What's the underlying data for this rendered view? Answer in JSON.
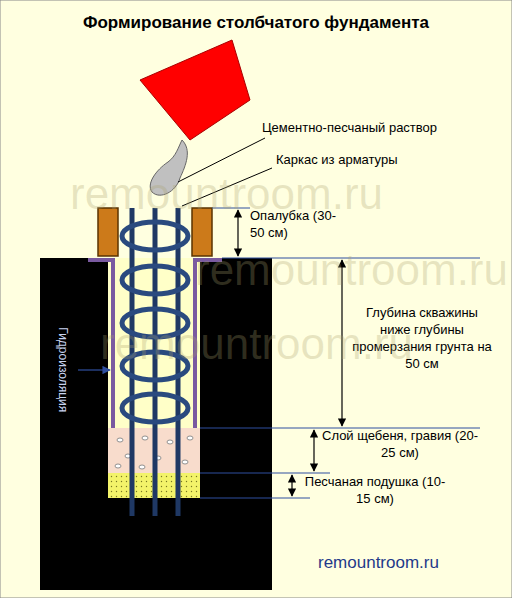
{
  "diagram": {
    "title": "Формирование столбчатого фундамента",
    "labels": [
      "Цементно-песчаный раствор",
      "Каркас из арматуры",
      "Опалубка (30-50 см)",
      "Глубина скважины ниже глубины промерзания грунта на 50 см",
      "Слой щебеня, гравия (20-25 см)",
      "Песчаная подушка (10-15 см)",
      "Гидроизоляция",
      "remountroom.ru",
      "remountroom.ru",
      "remountroom.ru",
      "remountroom.ru"
    ]
  }
}
